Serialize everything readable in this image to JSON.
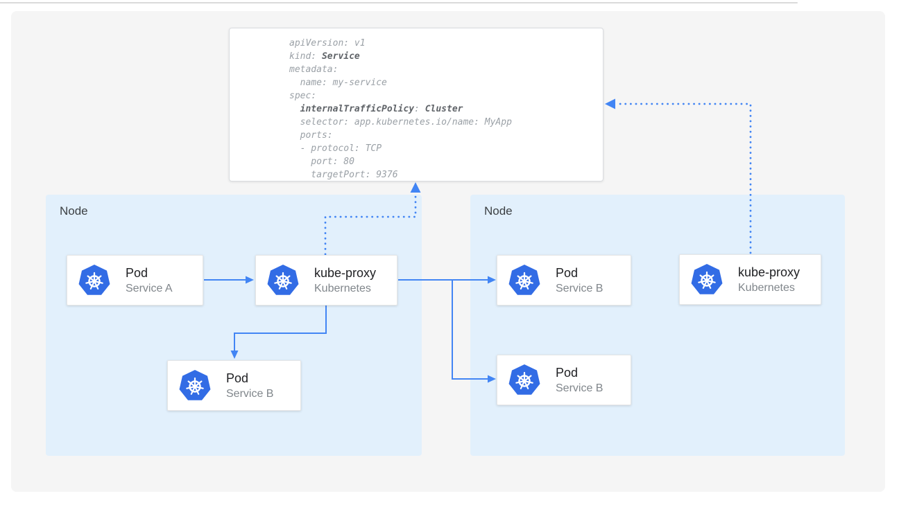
{
  "colors": {
    "accent": "#4285f4",
    "k8s-blue": "#326ce5",
    "panel-bg": "#f5f5f5",
    "node-bg": "#e2f0fc",
    "node-label": "#3c4043",
    "card-title": "#202124",
    "card-subtitle": "#80868b",
    "card-border": "#e6e6e6",
    "yaml-border": "#dadce0",
    "code-text": "#9aa0a6",
    "code-bold": "#5f6368"
  },
  "code_block": {
    "lines": [
      [
        [
          "apiVersion: v1",
          0
        ]
      ],
      [
        [
          "kind: ",
          0
        ],
        [
          "Service",
          1
        ]
      ],
      [
        [
          "metadata:",
          0
        ]
      ],
      [
        [
          "  name: my-service",
          0
        ]
      ],
      [
        [
          "spec:",
          0
        ]
      ],
      [
        [
          "  ",
          0
        ],
        [
          "internalTrafficPolicy",
          1
        ],
        [
          ": ",
          0
        ],
        [
          "Cluster",
          1
        ]
      ],
      [
        [
          "  selector: app.kubernetes.io/name: MyApp",
          0
        ]
      ],
      [
        [
          "  ports:",
          0
        ]
      ],
      [
        [
          "  - protocol: TCP",
          0
        ]
      ],
      [
        [
          "    port: 80",
          0
        ]
      ],
      [
        [
          "    targetPort: 9376",
          0
        ]
      ]
    ]
  },
  "nodes": [
    {
      "label": "Node",
      "cards": [
        {
          "title": "Pod",
          "subtitle": "Service A",
          "icon": "kubernetes-wheel"
        },
        {
          "title": "kube-proxy",
          "subtitle": "Kubernetes",
          "icon": "kubernetes-wheel"
        },
        {
          "title": "Pod",
          "subtitle": "Service B",
          "icon": "kubernetes-wheel"
        }
      ]
    },
    {
      "label": "Node",
      "cards": [
        {
          "title": "Pod",
          "subtitle": "Service B",
          "icon": "kubernetes-wheel"
        },
        {
          "title": "Pod",
          "subtitle": "Service B",
          "icon": "kubernetes-wheel"
        },
        {
          "title": "kube-proxy",
          "subtitle": "Kubernetes",
          "icon": "kubernetes-wheel"
        }
      ]
    }
  ]
}
